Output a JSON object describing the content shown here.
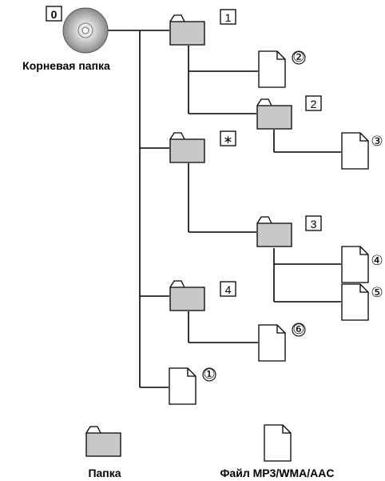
{
  "root": {
    "label": "Корневая папка",
    "number": "0"
  },
  "folder_labels": {
    "f1": "1",
    "f2": "2",
    "fstar": "∗",
    "f3": "3",
    "f4": "4"
  },
  "file_labels": {
    "a": "①",
    "b": "②",
    "c": "③",
    "d": "④",
    "e": "⑤",
    "f": "⑥"
  },
  "legend": {
    "folder": "Папка",
    "file": "Файл MP3/WMA/AAC"
  },
  "colors": {
    "folder_fill": "#c8c8c8",
    "line": "#000000"
  }
}
